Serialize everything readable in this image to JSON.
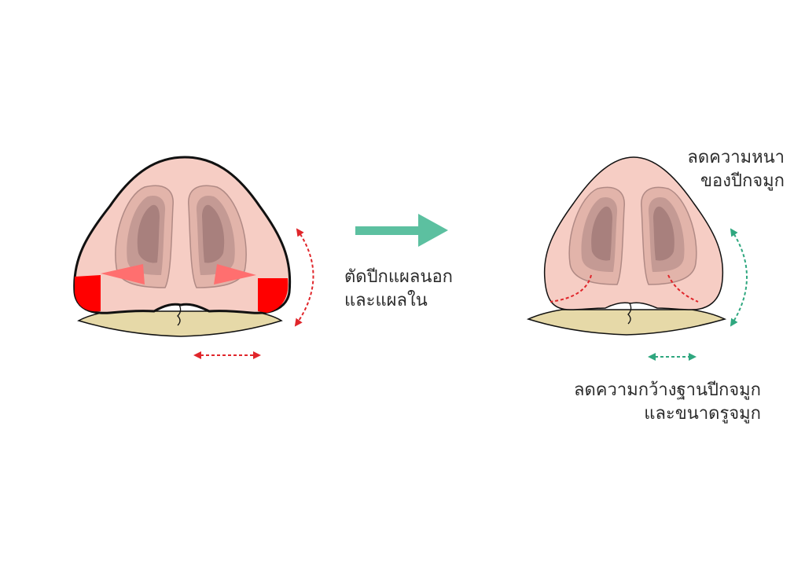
{
  "labels": {
    "procedure": [
      "ตัดปีกแผลนอก",
      "และแผลใน"
    ],
    "thickness": [
      "ลดความหนา",
      "ของปีกจมูก"
    ],
    "width": [
      "ลดความกว้างฐานปีกจมูก",
      "และขนาดรูจมูก"
    ]
  },
  "colors": {
    "skin": "#f6cdc4",
    "skin_outline": "#111111",
    "nostril_rim": "#e2b4aa",
    "nostril_mid": "#c49a94",
    "nostril_inner": "#a8807d",
    "lip": "#e6d9a8",
    "excision": "#ff0000",
    "before_marks": "#e0262b",
    "after_marks": "#2fa77f",
    "arrow": "#5cc0a0"
  }
}
